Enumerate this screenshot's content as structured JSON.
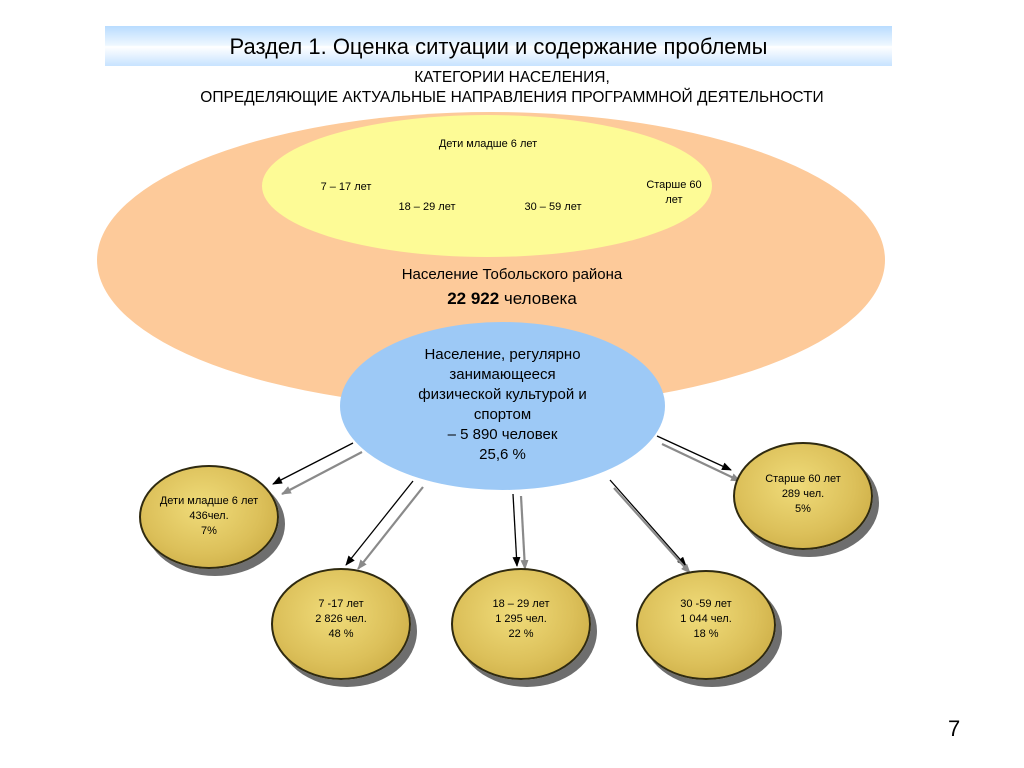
{
  "slide": {
    "title": "Раздел 1. Оценка ситуации и содержание проблемы",
    "subtitle_line1": "КАТЕГОРИИ НАСЕЛЕНИЯ,",
    "subtitle_line2": "ОПРЕДЕЛЯЮЩИЕ АКТУАЛЬНЫЕ НАПРАВЛЕНИЯ ПРОГРАММНОЙ ДЕЯТЕЛЬНОСТИ",
    "page_number": "7"
  },
  "inner_ellipse": {
    "children_under_6": "Дети младше 6 лет",
    "age_7_17": "7 – 17 лет",
    "age_18_29": "18 – 29 лет",
    "age_30_59": "30 – 59 лет",
    "older_60_line1": "Старше 60",
    "older_60_line2": "лет"
  },
  "population": {
    "label": "Население Тобольского района",
    "number": "22 922",
    "unit": "человека"
  },
  "sport_population": {
    "line1": "Население, регулярно",
    "line2": "занимающееся",
    "line3": "физической культурой и",
    "line4": "спортом",
    "line5": "– 5 890  человек",
    "line6": "25,6 %"
  },
  "groups": [
    {
      "name": "Дети младше 6 лет",
      "count": "436чел.",
      "percent": "7%"
    },
    {
      "name": "7 -17 лет",
      "count": "2 826 чел.",
      "percent": "48 %"
    },
    {
      "name": "18 – 29 лет",
      "count": "1 295 чел.",
      "percent": "22 %"
    },
    {
      "name": "30 -59 лет",
      "count": "1 044 чел.",
      "percent": "18 %"
    },
    {
      "name": "Старше 60 лет",
      "count": "289 чел.",
      "percent": "5%"
    }
  ],
  "colors": {
    "outer_ellipse": "#fdca9a",
    "inner_ellipse": "#fdfb96",
    "center_ellipse": "#9dc9f6",
    "gold_circle": "#dcc05a"
  }
}
